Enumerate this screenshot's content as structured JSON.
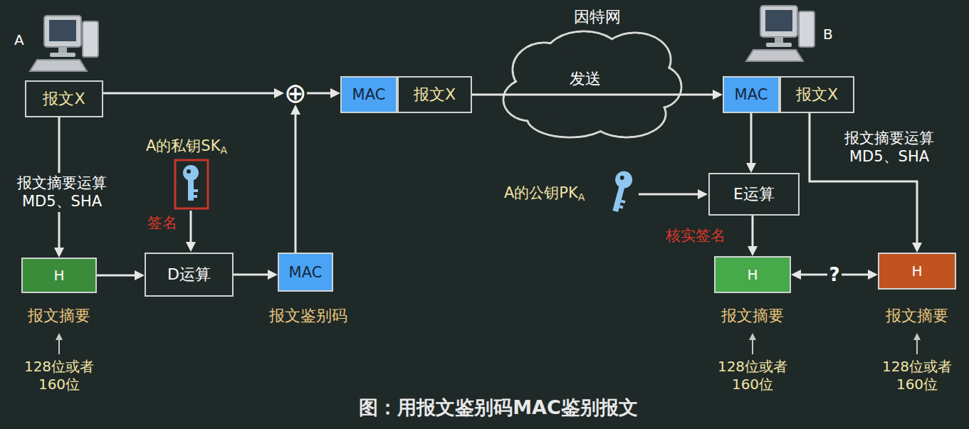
{
  "diagram": {
    "caption": "图：用报文鉴别码MAC鉴别报文",
    "nodes": [
      {
        "text": [
          "报文X"
        ]
      },
      {
        "text": [
          "⊕"
        ]
      },
      {
        "text": [
          "MAC"
        ]
      },
      {
        "text": [
          "报文X"
        ]
      },
      {
        "text": [
          "MAC"
        ]
      },
      {
        "text": [
          "报文X"
        ]
      },
      {
        "text": [
          "H"
        ]
      },
      {
        "text": [
          "D运算"
        ]
      },
      {
        "text": [
          "MAC"
        ]
      },
      {
        "text": [
          "E运算"
        ]
      },
      {
        "text": [
          "H"
        ]
      },
      {
        "text": [
          "H"
        ]
      }
    ],
    "edges": [
      {
        "from": 0,
        "to": 1,
        "arrow": "to"
      },
      {
        "from": 1,
        "to": 2,
        "arrow": "to"
      },
      {
        "from": 3,
        "to": 4,
        "arrow": "to"
      },
      {
        "from": 0,
        "to": 6,
        "arrow": "to",
        "label": "报文摘要运算 MD5、SHA"
      },
      {
        "from": 6,
        "to": 7,
        "arrow": "to"
      },
      {
        "from": 7,
        "to": 8,
        "arrow": "to"
      },
      {
        "from": 8,
        "to": 1,
        "arrow": "to"
      },
      {
        "from": 4,
        "to": 9,
        "arrow": "to"
      },
      {
        "from": 9,
        "to": 10,
        "arrow": "to"
      },
      {
        "from": 5,
        "to": 11,
        "arrow": "to",
        "label": "报文摘要运算 MD5、SHA"
      },
      {
        "from": 10,
        "to": 11,
        "arrow": "both",
        "label": "?"
      }
    ],
    "labels": [
      "A",
      "B",
      "因特网",
      "发送",
      "A的私钥SK",
      "A",
      "签名",
      "A的公钥PK",
      "A",
      "核实签名",
      "报文摘要",
      "128位或者 160位",
      "报文鉴别码",
      "报文摘要",
      "128位或者 160位",
      "报文摘要",
      "128位或者 160位"
    ]
  }
}
